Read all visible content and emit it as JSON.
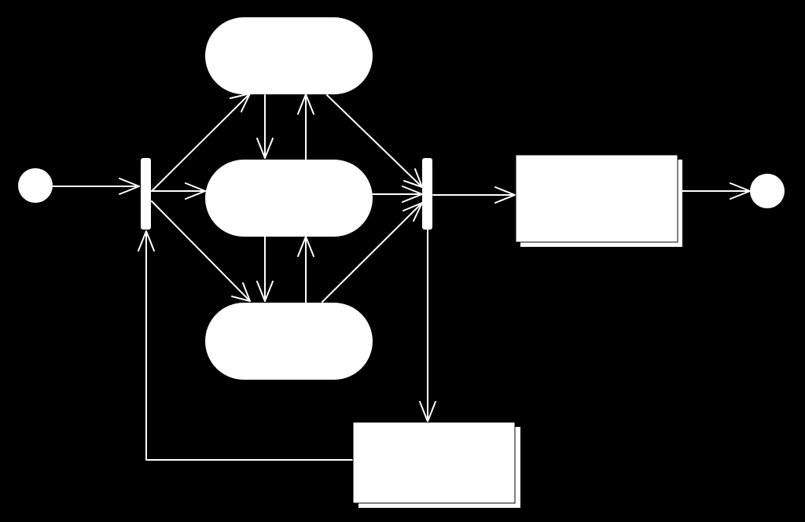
{
  "colors": {
    "background": "#000000",
    "foreground": "#ffffff"
  },
  "diagram": {
    "type": "uml-activity-diagram",
    "nodes": [
      {
        "id": "initial",
        "kind": "initial-node",
        "label": ""
      },
      {
        "id": "fork",
        "kind": "fork-bar",
        "label": ""
      },
      {
        "id": "activity-top",
        "kind": "activity",
        "label": ""
      },
      {
        "id": "activity-middle",
        "kind": "activity",
        "label": ""
      },
      {
        "id": "activity-bottom",
        "kind": "activity",
        "label": ""
      },
      {
        "id": "join",
        "kind": "join-bar",
        "label": ""
      },
      {
        "id": "box-right",
        "kind": "object-box",
        "label": ""
      },
      {
        "id": "box-bottom",
        "kind": "object-box",
        "label": ""
      },
      {
        "id": "final",
        "kind": "final-node",
        "label": ""
      }
    ],
    "edges": [
      {
        "from": "initial",
        "to": "fork"
      },
      {
        "from": "fork",
        "to": "activity-top"
      },
      {
        "from": "fork",
        "to": "activity-middle"
      },
      {
        "from": "fork",
        "to": "activity-bottom"
      },
      {
        "from": "activity-top",
        "to": "activity-middle"
      },
      {
        "from": "activity-middle",
        "to": "activity-top"
      },
      {
        "from": "activity-middle",
        "to": "activity-bottom"
      },
      {
        "from": "activity-bottom",
        "to": "activity-middle"
      },
      {
        "from": "activity-top",
        "to": "join"
      },
      {
        "from": "activity-middle",
        "to": "join"
      },
      {
        "from": "activity-bottom",
        "to": "join"
      },
      {
        "from": "join",
        "to": "box-right"
      },
      {
        "from": "box-right",
        "to": "final"
      },
      {
        "from": "join",
        "to": "box-bottom"
      },
      {
        "from": "box-bottom",
        "to": "fork"
      }
    ]
  }
}
